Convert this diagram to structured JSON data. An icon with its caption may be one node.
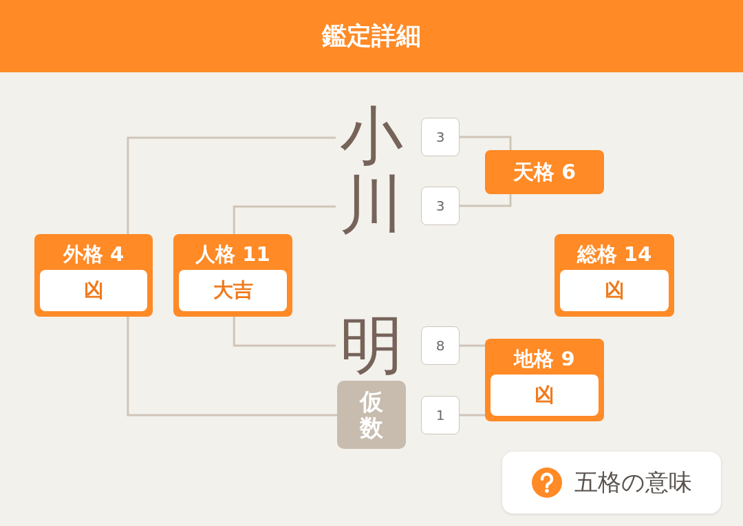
{
  "diagram": {
    "title": "鑑定詳細",
    "nodes": [
      {
        "text": [
          "小"
        ]
      },
      {
        "text": [
          "川"
        ]
      },
      {
        "text": [
          "明"
        ]
      },
      {
        "text": [
          "仮数"
        ]
      },
      {
        "text": [
          "3"
        ]
      },
      {
        "text": [
          "3"
        ]
      },
      {
        "text": [
          "8"
        ]
      },
      {
        "text": [
          "1"
        ]
      },
      {
        "text": [
          "天格 6"
        ]
      },
      {
        "text": [
          "外格 4",
          "凶"
        ]
      },
      {
        "text": [
          "人格 11",
          "大吉"
        ]
      },
      {
        "text": [
          "総格 14",
          "凶"
        ]
      },
      {
        "text": [
          "地格 9",
          "凶"
        ]
      },
      {
        "text": [
          "五格の意味"
        ]
      }
    ],
    "edges": [
      {
        "from": 9,
        "to": 0,
        "arrow": "none"
      },
      {
        "from": 9,
        "to": 3,
        "arrow": "none"
      },
      {
        "from": 10,
        "to": 1,
        "arrow": "none"
      },
      {
        "from": 10,
        "to": 2,
        "arrow": "none"
      },
      {
        "from": 4,
        "to": 8,
        "arrow": "none"
      },
      {
        "from": 5,
        "to": 8,
        "arrow": "none"
      },
      {
        "from": 6,
        "to": 12,
        "arrow": "none"
      },
      {
        "from": 7,
        "to": 12,
        "arrow": "none"
      }
    ]
  }
}
